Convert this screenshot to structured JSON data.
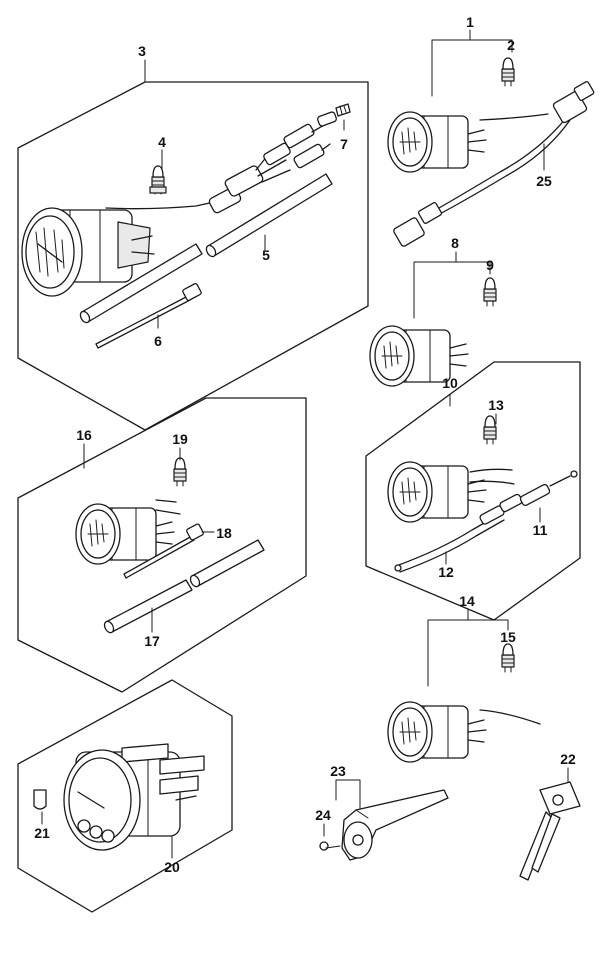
{
  "callouts": {
    "c1": "1",
    "c2": "2",
    "c3": "3",
    "c4": "4",
    "c5": "5",
    "c6": "6",
    "c7": "7",
    "c8": "8",
    "c9": "9",
    "c10": "10",
    "c11": "11",
    "c12": "12",
    "c13": "13",
    "c14": "14",
    "c15": "15",
    "c16": "16",
    "c17": "17",
    "c18": "18",
    "c19": "19",
    "c20": "20",
    "c21": "21",
    "c22": "22",
    "c23": "23",
    "c24": "24",
    "c25": "25"
  },
  "colors": {
    "line": "#1a1a1a",
    "background": "#ffffff",
    "fill": "#e9e9e9"
  }
}
